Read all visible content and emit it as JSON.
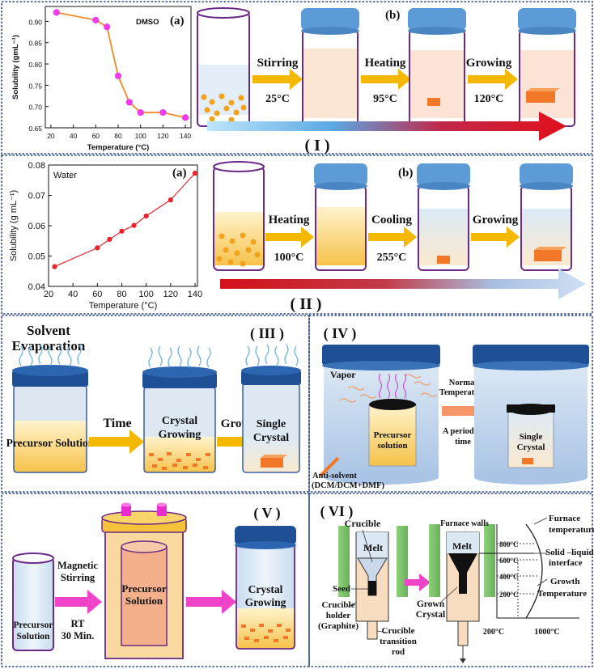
{
  "colors": {
    "panel_border": "#2b4a8c",
    "beaker_outline": "#6a2a86",
    "lid_blue": "#5c9bd6",
    "dark_lid": "#1f4f94",
    "arrow_yellow": "#f5b800",
    "crystal_orange": "#f07828",
    "particle_orange": "#f2a21c",
    "plot_line_orange": "#f08a24",
    "plot_marker_magenta": "#ee3bee",
    "plot_line_red": "#e4262b",
    "arrow_pink": "#f044c8",
    "crucible_green": "#7cc36a"
  },
  "panel_I": {
    "plot_tag": "(a)",
    "scheme_tag": "(b)",
    "roman": "( I )",
    "step1_label": "Stirring",
    "step1_temp": "25°C",
    "step2_label": "Heating",
    "step2_temp": "95°C",
    "step3_label": "Growing",
    "step3_temp": "120°C"
  },
  "panel_II": {
    "plot_tag": "(a)",
    "scheme_tag": "(b)",
    "roman": "( II )",
    "step1_label": "Heating",
    "step1_temp": "100°C",
    "step2_label": "Cooling",
    "step2_temp": "255°C",
    "step3_label": "Growing"
  },
  "panel_III": {
    "roman": "( III )",
    "title_line1": "Solvent",
    "title_line2": "Evaporation",
    "jar1_text": "Precursor Solution",
    "arrow1_label": "Time",
    "jar2_text_line1": "Crystal",
    "jar2_text_line2": "Growing",
    "arrow2_label": "Growing",
    "jar3_text_line1": "Single",
    "jar3_text_line2": "Crystal"
  },
  "panel_IV": {
    "roman": "( IV )",
    "vapor_label": "Vapor",
    "precursor_line1": "Precursor",
    "precursor_line2": "solution",
    "arrow_top_line1": "Normal",
    "arrow_top_line2": "Temperature",
    "arrow_bottom_line1": "A period of",
    "arrow_bottom_line2": "time",
    "single_line1": "Single",
    "single_line2": "Crystal",
    "antisolvent_line1": "Anti-solvent",
    "antisolvent_line2": "(DCM/DCM+DMF)"
  },
  "panel_V": {
    "roman": "( V )",
    "jar1_line1": "Precursor",
    "jar1_line2": "Solution",
    "arrow_line1": "Magnetic",
    "arrow_line2": "Stirring",
    "arrow_line3": "RT",
    "arrow_line4": "30 Min.",
    "inner_line1": "Precursor",
    "inner_line2": "Solution",
    "jar3_line1": "Crystal",
    "jar3_line2": "Growing"
  },
  "panel_VI": {
    "roman": "( VI )",
    "crucible": "Crucible",
    "melt_left": "Melt",
    "seed": "Seed",
    "holder_line1": "Crucible",
    "holder_line2": "holder",
    "holder_line3": "(Graphite)",
    "rod_line1": "Crucible",
    "rod_line2": "transition",
    "rod_line3": "rod",
    "furnace_walls": "Furnace walls",
    "melt_right": "Melt",
    "grown_line1": "Grown",
    "grown_line2": "Crystal",
    "profile_line1": "Furnace",
    "profile_line2": "temperature profile",
    "t800": "800°C",
    "t600": "600°C",
    "t400": "400°C",
    "t200": "200°C",
    "interface_line1": "Solid –liquid",
    "interface_line2": "interface",
    "growth_line1": "Growth",
    "growth_line2": "Temperature",
    "axis_200": "200°C",
    "axis_1000": "1000°C"
  },
  "chart_data": [
    {
      "type": "line",
      "legend_text": "DMSO",
      "xlabel": "Temperature (°C)",
      "ylabel": "Solubility (gmL⁻¹)",
      "x": [
        25,
        60,
        70,
        80,
        90,
        100,
        120,
        140
      ],
      "series": [
        {
          "values": [
            0.921,
            0.903,
            0.887,
            0.772,
            0.71,
            0.686,
            0.686,
            0.674
          ]
        }
      ],
      "xlim": [
        15,
        145
      ],
      "ylim": [
        0.65,
        0.935
      ],
      "xticks": [
        20,
        40,
        60,
        80,
        100,
        120,
        140
      ],
      "yticks": [
        0.65,
        0.7,
        0.75,
        0.8,
        0.85,
        0.9
      ],
      "ytick_labels": [
        "0.65",
        "0.70",
        "0.75",
        "0.80",
        "0.85",
        "0.90"
      ]
    },
    {
      "type": "line",
      "legend_text": "Water",
      "xlabel": "Temperature (°C)",
      "ylabel": "Solubility (g mL⁻¹)",
      "x": [
        25,
        60,
        70,
        80,
        90,
        100,
        120,
        140
      ],
      "series": [
        {
          "values": [
            0.0465,
            0.0527,
            0.0555,
            0.0582,
            0.0601,
            0.0632,
            0.0685,
            0.0773
          ]
        }
      ],
      "xlim": [
        20,
        142
      ],
      "ylim": [
        0.04,
        0.08
      ],
      "xticks": [
        20,
        40,
        60,
        80,
        100,
        120,
        140
      ],
      "yticks": [
        0.04,
        0.05,
        0.06,
        0.07,
        0.08
      ],
      "ytick_labels": [
        "0.04",
        "0.05",
        "0.06",
        "0.07",
        "0.08"
      ]
    }
  ]
}
